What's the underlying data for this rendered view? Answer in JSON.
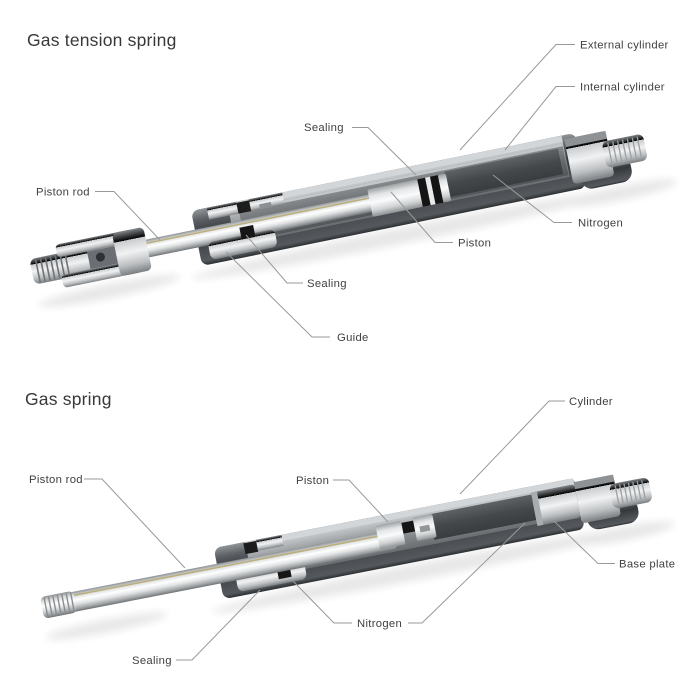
{
  "page": {
    "background_color": "#ffffff"
  },
  "colors": {
    "label_text": "#3f3f3f",
    "title_text": "#383838",
    "leader_line": "#999999",
    "cylinder_dark": "#34383b",
    "metal_light": "#f1f2f3",
    "seal_black": "#161616"
  },
  "diagrams": [
    {
      "title": "Gas tension spring",
      "labels": {
        "sealing_piston": "Sealing",
        "external_cylinder": "External cylinder",
        "internal_cylinder": "Internal cylinder",
        "piston_rod": "Piston rod",
        "nitrogen": "Nitrogen",
        "piston": "Piston",
        "sealing_rod": "Sealing",
        "guide": "Guide"
      }
    },
    {
      "title": "Gas spring",
      "labels": {
        "cylinder": "Cylinder",
        "piston_rod": "Piston rod",
        "piston": "Piston",
        "base_plate": "Base plate",
        "nitrogen": "Nitrogen",
        "sealing": "Sealing"
      }
    }
  ]
}
